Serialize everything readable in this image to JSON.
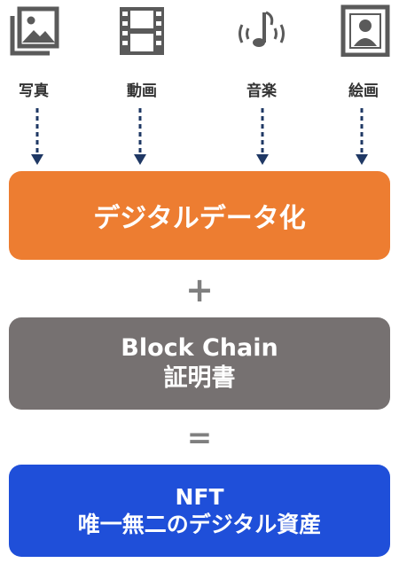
{
  "media": [
    {
      "icon": "photo-icon",
      "label": "写真"
    },
    {
      "icon": "video-icon",
      "label": "動画"
    },
    {
      "icon": "music-icon",
      "label": "音楽"
    },
    {
      "icon": "painting-icon",
      "label": "絵画"
    }
  ],
  "digital_box": {
    "text": "デジタルデータ化"
  },
  "plus_symbol": "+",
  "blockchain_box": {
    "line1": "Block Chain",
    "line2": "証明書"
  },
  "equals_symbol": "=",
  "nft_box": {
    "line1": "NFT",
    "line2": "唯一無二のデジタル資産"
  },
  "colors": {
    "orange": "#ed7d31",
    "gray": "#767171",
    "blue": "#1f4fd9",
    "arrow": "#1f3864"
  }
}
